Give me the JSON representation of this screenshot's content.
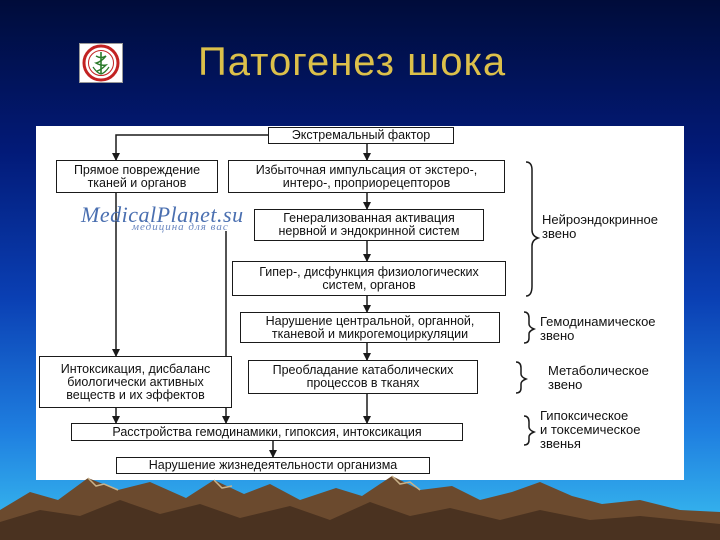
{
  "slide": {
    "title": "Патогенез шока"
  },
  "watermark": {
    "text": "MedicalPlanet.su",
    "subtext": "медицина для вас"
  },
  "diagram": {
    "boxes": {
      "top": "Экстремальный фактор",
      "direct": "Прямое повреждение\nтканей и органов",
      "impulse": "Избыточная импульсация от экстеро-,\nинтеро-, проприорецепторов",
      "activation": "Генерализованная активация\nнервной и эндокринной систем",
      "dysfunction": "Гипер-, дисфункция физиологических\nсистем, органов",
      "microcirc": "Нарушение центральной, органной,\nтканевой и микрогемоциркуляции",
      "intox": "Интоксикация, дисбаланс\nбиологически активных\nвеществ и их эффектов",
      "catabolic": "Преобладание катаболических\nпроцессов в тканях",
      "disorders": "Расстройства гемодинамики, гипоксия, интоксикация",
      "vital": "Нарушение жизнедеятельности организма"
    },
    "side_labels": {
      "neuro": "Нейроэндокринное\nзвено",
      "hemo": "Гемодинамическое\nзвено",
      "metabolic": "Метаболическое\nзвено",
      "hypoxic": "Гипоксическое\nи токсемическое\nзвенья"
    }
  },
  "colors": {
    "title": "#dcc04a",
    "background_top": "#000c3a",
    "background_bottom": "#3ac0f0",
    "panel": "#ffffff",
    "lines": "#1a1a1a"
  }
}
